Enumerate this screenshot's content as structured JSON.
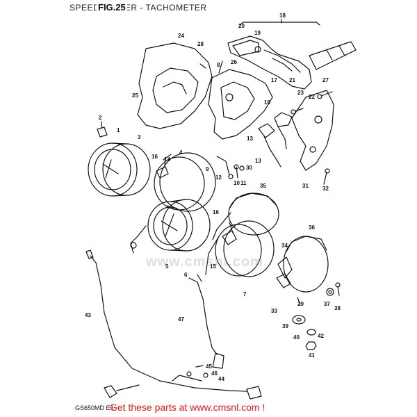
{
  "header": {
    "title": "SPEEDOMETER - TACHOMETER",
    "fig_label": "FIG.25"
  },
  "footer": {
    "model_code": "GS650MD E3",
    "banner": "Get these parts at www.cmsnl.com !"
  },
  "watermark": "www.cmsnl.com",
  "part_numbers": [
    "1",
    "2",
    "3",
    "4",
    "5",
    "6",
    "7",
    "8",
    "9",
    "10",
    "11",
    "12",
    "13",
    "14",
    "15",
    "16",
    "17",
    "18",
    "19",
    "20",
    "21",
    "22",
    "23",
    "24",
    "25",
    "26",
    "27",
    "28",
    "29",
    "30",
    "31",
    "32",
    "33",
    "34",
    "35",
    "36",
    "37",
    "38",
    "39",
    "40",
    "41",
    "42",
    "43",
    "44",
    "45",
    "46",
    "47"
  ],
  "colors": {
    "banner": "#e31b1b",
    "line": "#111111"
  }
}
